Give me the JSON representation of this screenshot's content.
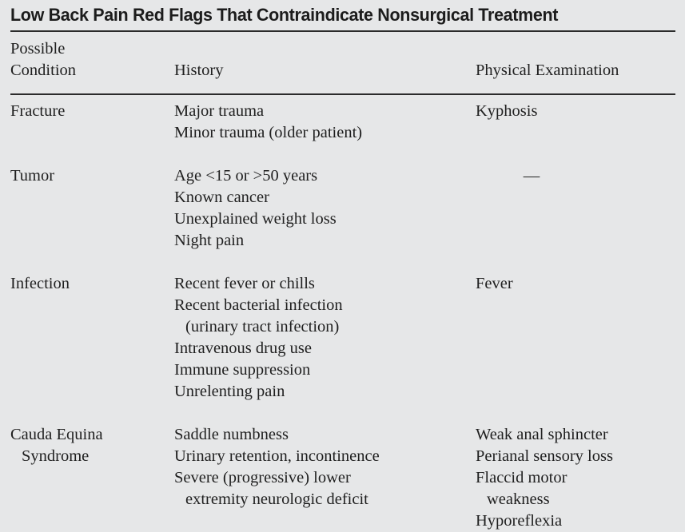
{
  "title": "Low Back Pain Red Flags That Contraindicate Nonsurgical Treatment",
  "columns": {
    "condition": "Possible\nCondition",
    "history": "History",
    "physical": "Physical Examination"
  },
  "rows": [
    {
      "condition_lines": [
        {
          "text": "Fracture",
          "indent": false
        }
      ],
      "history_lines": [
        {
          "text": "Major trauma",
          "indent": false
        },
        {
          "text": "Minor trauma (older patient)",
          "indent": false
        }
      ],
      "physical_lines": [
        {
          "text": "Kyphosis",
          "indent": false
        }
      ],
      "physical_is_dash": false
    },
    {
      "condition_lines": [
        {
          "text": "Tumor",
          "indent": false
        }
      ],
      "history_lines": [
        {
          "text": "Age <15 or >50 years",
          "indent": false
        },
        {
          "text": "Known cancer",
          "indent": false
        },
        {
          "text": "Unexplained weight loss",
          "indent": false
        },
        {
          "text": "Night pain",
          "indent": false
        }
      ],
      "physical_lines": [
        {
          "text": "—",
          "indent": false
        }
      ],
      "physical_is_dash": true
    },
    {
      "condition_lines": [
        {
          "text": "Infection",
          "indent": false
        }
      ],
      "history_lines": [
        {
          "text": "Recent fever or chills",
          "indent": false
        },
        {
          "text": "Recent bacterial infection",
          "indent": false
        },
        {
          "text": "(urinary tract infection)",
          "indent": true
        },
        {
          "text": "Intravenous drug use",
          "indent": false
        },
        {
          "text": "Immune suppression",
          "indent": false
        },
        {
          "text": "Unrelenting pain",
          "indent": false
        }
      ],
      "physical_lines": [
        {
          "text": "Fever",
          "indent": false
        }
      ],
      "physical_is_dash": false
    },
    {
      "condition_lines": [
        {
          "text": "Cauda Equina",
          "indent": false
        },
        {
          "text": "Syndrome",
          "indent": true
        }
      ],
      "history_lines": [
        {
          "text": "Saddle numbness",
          "indent": false
        },
        {
          "text": "Urinary retention, incontinence",
          "indent": false
        },
        {
          "text": "Severe (progressive) lower",
          "indent": false
        },
        {
          "text": "extremity neurologic deficit",
          "indent": true
        }
      ],
      "physical_lines": [
        {
          "text": "Weak anal sphincter",
          "indent": false
        },
        {
          "text": "Perianal sensory loss",
          "indent": false
        },
        {
          "text": "Flaccid motor",
          "indent": false
        },
        {
          "text": "weakness",
          "indent": true
        },
        {
          "text": "Hyporeflexia",
          "indent": false
        }
      ],
      "physical_is_dash": false
    }
  ],
  "colors": {
    "background": "#e6e7e8",
    "text": "#1f1f1f",
    "rule": "#2b2b2b"
  }
}
